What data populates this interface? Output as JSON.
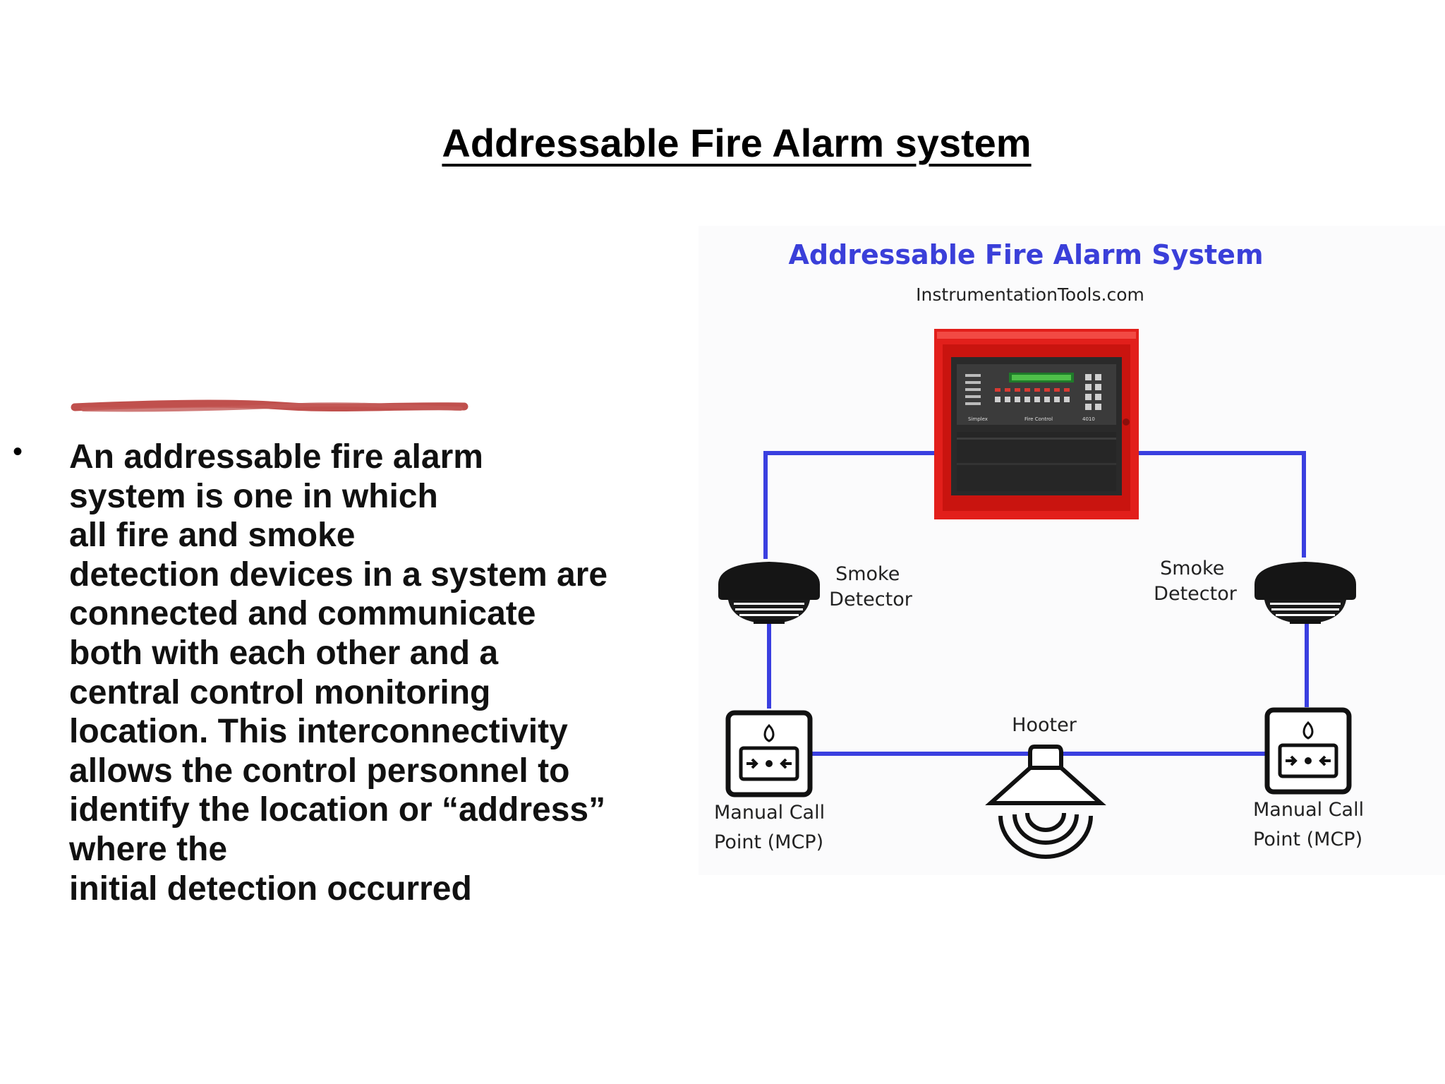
{
  "slide": {
    "title": "Addressable Fire Alarm system",
    "bullet_lines": [
      "An addressable fire alarm",
      "system is one in which",
      "all fire and smoke",
      "detection devices in a system are",
      "connected and communicate",
      "both with each other and a",
      "central control monitoring",
      "location. This interconnectivity",
      "allows the control personnel to",
      "identify the location or “address”",
      "where the",
      "initial detection occurred"
    ]
  },
  "diagram": {
    "title": "Addressable Fire Alarm System",
    "source": "InstrumentationTools.com",
    "labels": {
      "smoke_left": [
        "Smoke",
        "Detector"
      ],
      "smoke_right": [
        "Smoke",
        "Detector"
      ],
      "hooter": "Hooter",
      "mcp_left": [
        "Manual Call",
        "Point (MCP)"
      ],
      "mcp_right": [
        "Manual Call",
        "Point (MCP)"
      ]
    },
    "panel_brand": "Simplex",
    "panel_label": "Fire Control",
    "panel_model": "4010",
    "colors": {
      "wire": "#3a3fe0",
      "title": "#3a3fd9",
      "panel_red": "#e8201c",
      "highlight_stroke": "#c0504d"
    }
  }
}
